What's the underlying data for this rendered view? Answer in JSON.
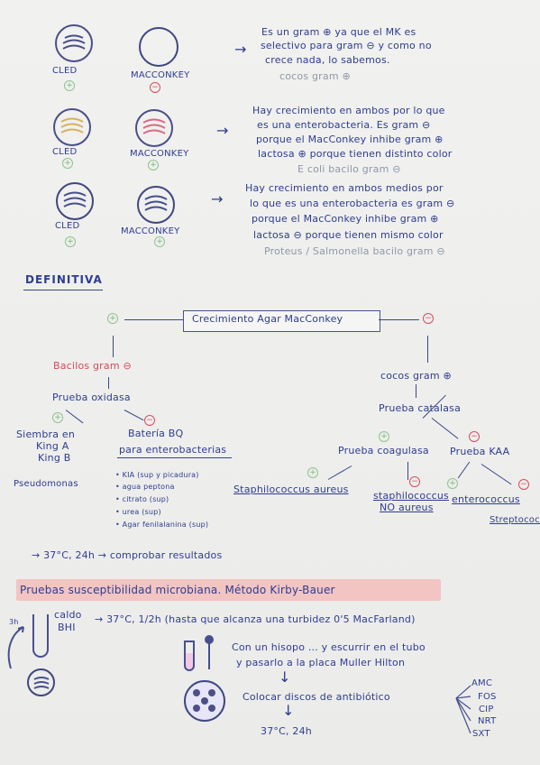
{
  "top_section": {
    "row1": {
      "left_label": "CLED",
      "right_label": "MACCONKEY",
      "text": [
        "Es un gram ⊕ ya que el MK es",
        "selectivo para gram ⊖ y como no",
        "crece nada, lo sabemos.",
        "cocos gram ⊕"
      ]
    },
    "row2": {
      "left_label": "CLED",
      "right_label": "MACCONKEY",
      "text": [
        "Hay crecimiento en ambos por lo que",
        "es una enterobacteria. Es gram ⊖",
        "porque el MacConkey inhibe gram ⊕",
        "lactosa ⊕ porque tienen distinto color",
        "E coli bacilo gram ⊖"
      ]
    },
    "row3": {
      "left_label": "CLED",
      "right_label": "MACCONKEY",
      "text": [
        "Hay crecimiento en ambos medios por",
        "lo que es una enterobacteria es gram ⊖",
        "porque el MacConkey inhibe gram ⊕",
        "lactosa ⊖ porque tienen mismo color",
        "Proteus / Salmonella bacilo gram ⊖"
      ]
    }
  },
  "definitiva": {
    "heading": "DEFINITIVA",
    "root": "Crecimiento Agar MacConkey",
    "left_branch": {
      "title": "Bacilos gram ⊖",
      "test": "Prueba oxidasa",
      "plus_label": "Siembra en\nKing A\nKing B",
      "minus_label": "Batería BQ\npara enterobacterias",
      "plus_result": "Pseudomonas",
      "list": [
        "• KIA (sup y picadura)",
        "• agua peptona",
        "• citrato (sup)",
        "• urea (sup)",
        "• Agar fenilalanina (sup)"
      ]
    },
    "right_branch": {
      "title": "cocos gram ⊕",
      "test": "Prueba catalasa",
      "left_test": "Prueba coagulasa",
      "right_test": "Prueba KAA",
      "result_1": "Staphilococcus aureus",
      "result_2": "staphilococcus\nNO aureus",
      "result_3": "enterococcus",
      "result_4": "Streptococo"
    },
    "footer": "→ 37°C, 24h → comprobar resultados"
  },
  "susceptibility": {
    "title": "Pruebas susceptibilidad microbiana. Método Kirby-Bauer",
    "left_note": "3h",
    "bottle_label": "caldo\nBHI",
    "line1": "→ 37°C, 1/2h (hasta que alcanza una turbidez 0'5 MacFarland)",
    "line2": "Con un hisopo ... y escurrir en el tubo",
    "line3": "y pasarlo a la placa Muller Hilton",
    "line4": "Colocar discos de antibiótico",
    "line5": "37°C, 24h",
    "antibiotics": [
      "AMC",
      "FOS",
      "CIP",
      "NRT",
      "SXT"
    ]
  }
}
